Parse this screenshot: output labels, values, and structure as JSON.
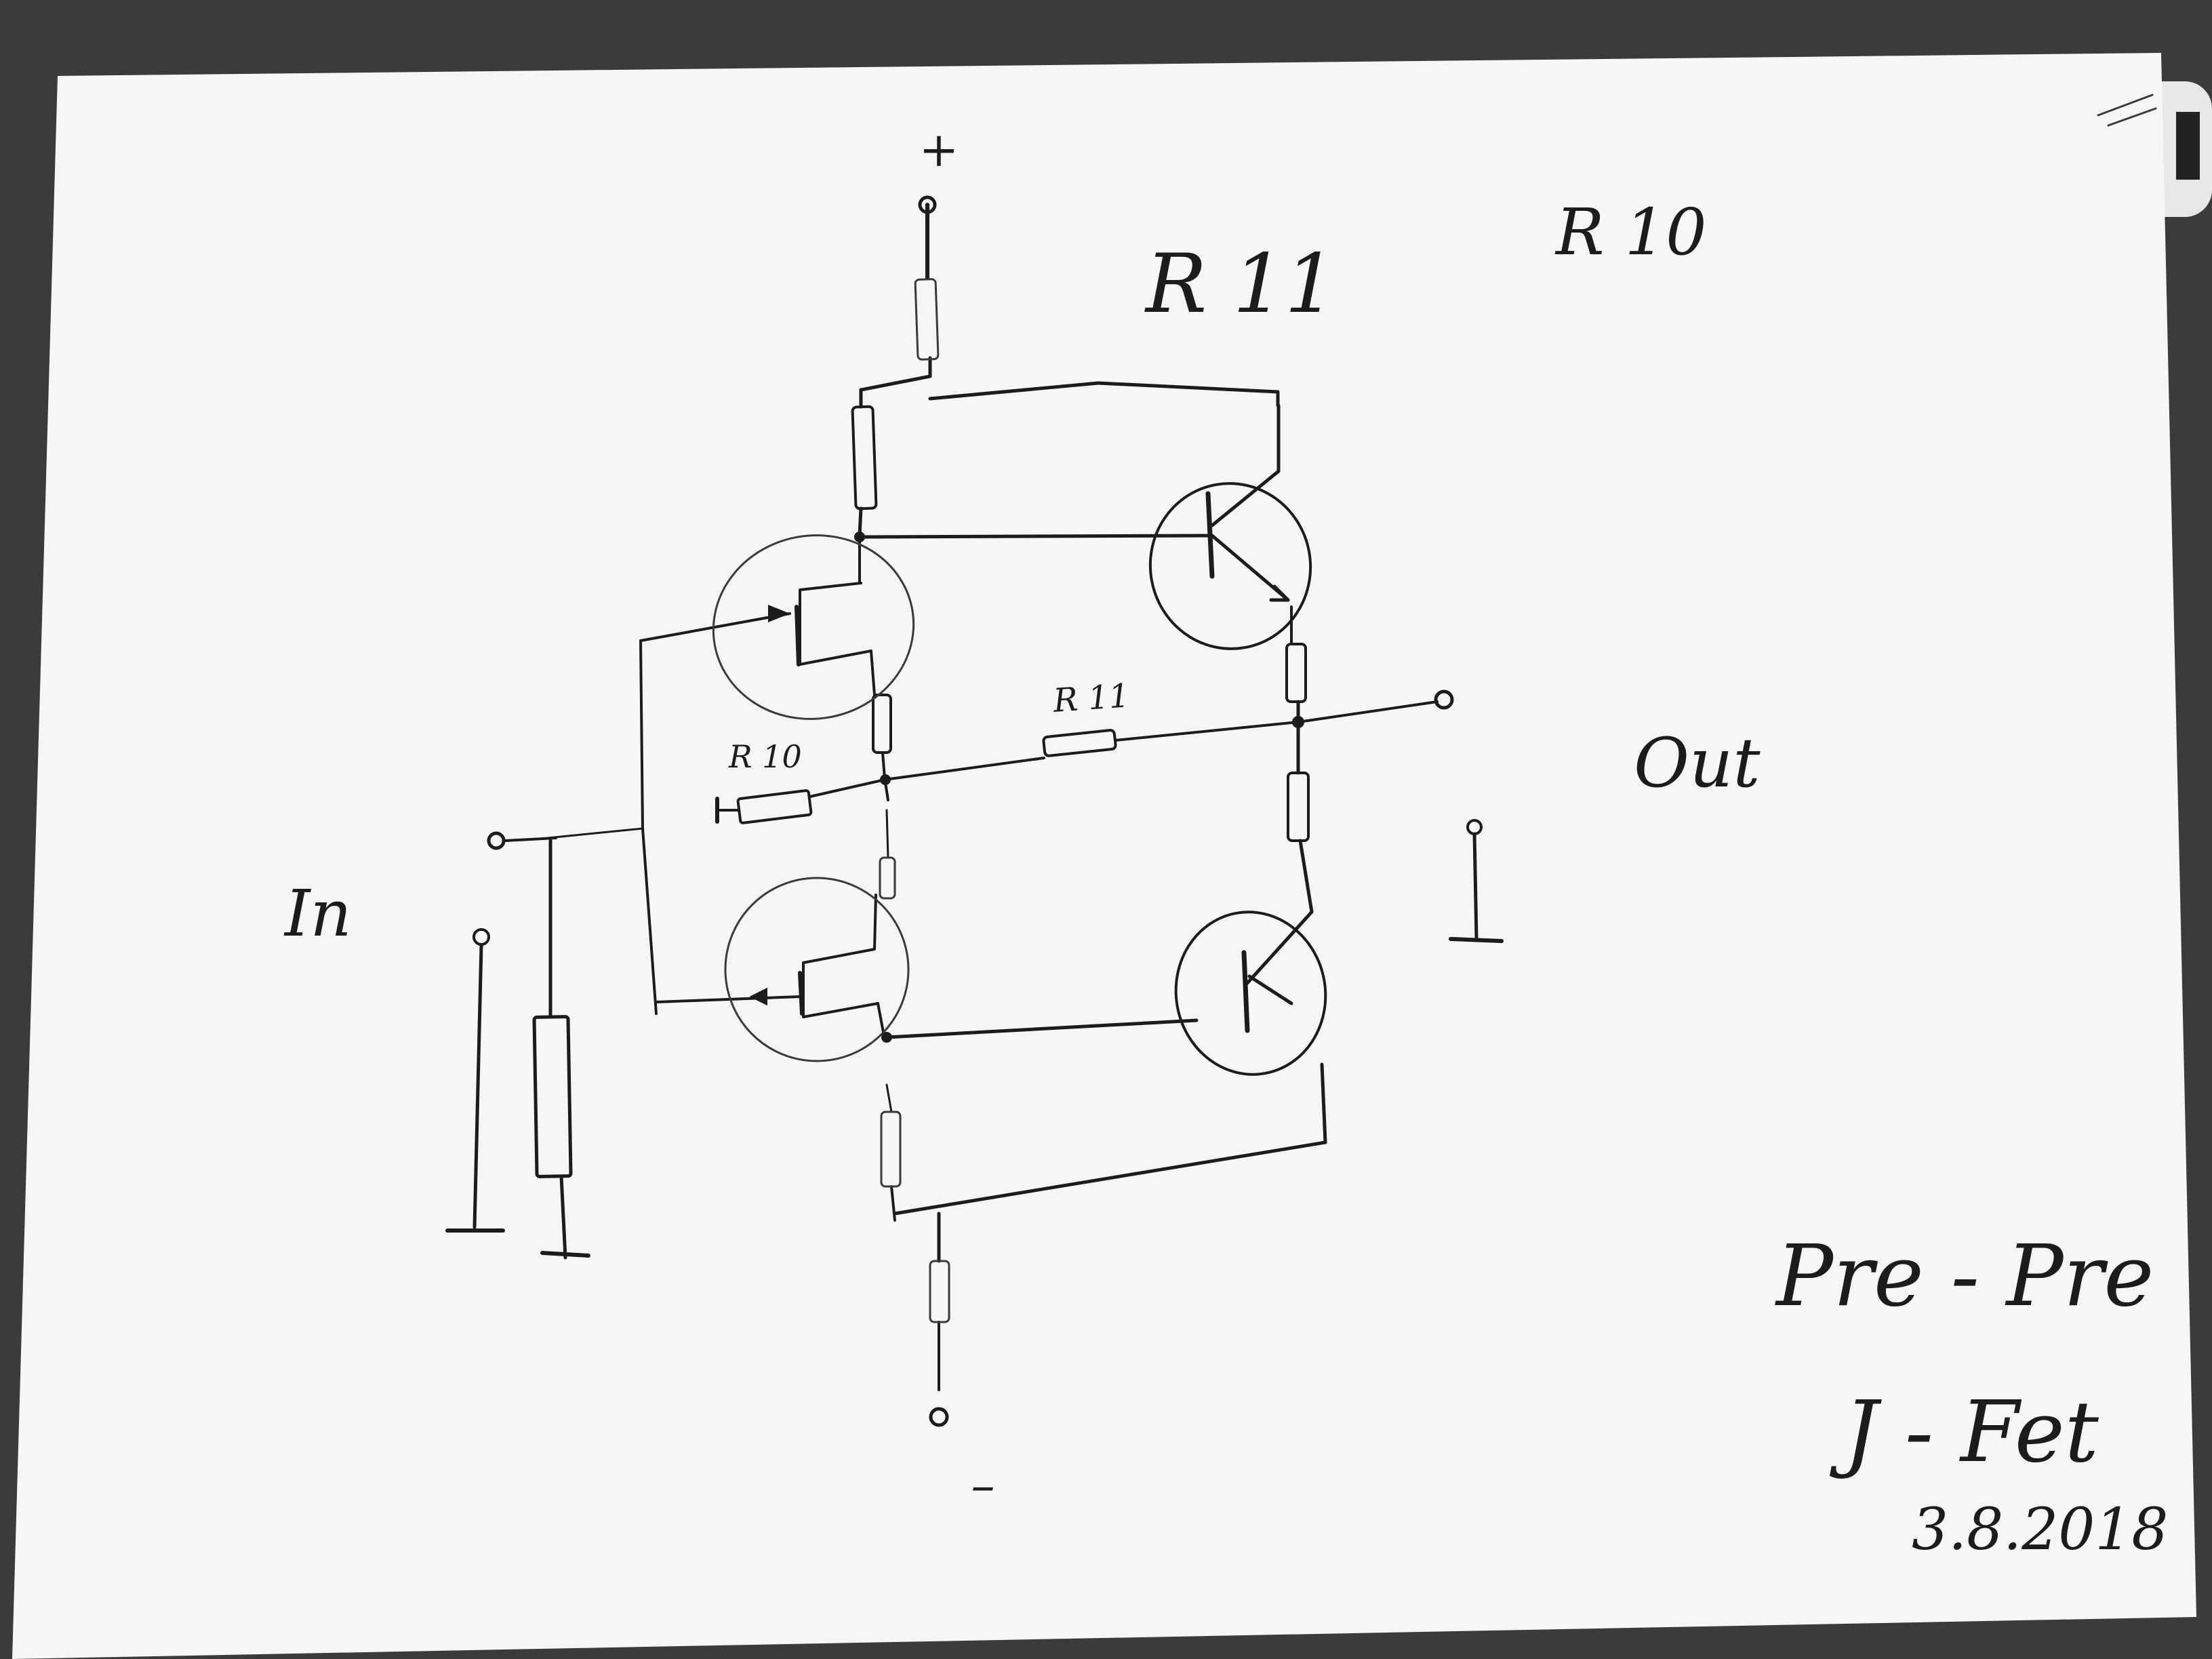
{
  "sheet": {
    "paper_color": "#f6f6f8",
    "background_color": "#3d3d3b",
    "ink_color": "#1c1c1c"
  },
  "labels": {
    "supply_positive": "+",
    "supply_negative": "–",
    "header_r11": "R 11",
    "header_r10": "R 10",
    "resistor_r11": "R 11",
    "resistor_r10": "R 10",
    "input": "In",
    "output": "Out",
    "title_line1": "Pre - Pre",
    "title_line2": "J - Fet",
    "date": "3.8.2018"
  },
  "components": {
    "jfets": [
      "jfet-upper",
      "jfet-lower"
    ],
    "bjts": [
      "bjt-upper",
      "bjt-lower"
    ],
    "terminals": [
      "terminal-plus",
      "terminal-minus",
      "terminal-input",
      "terminal-output"
    ]
  }
}
